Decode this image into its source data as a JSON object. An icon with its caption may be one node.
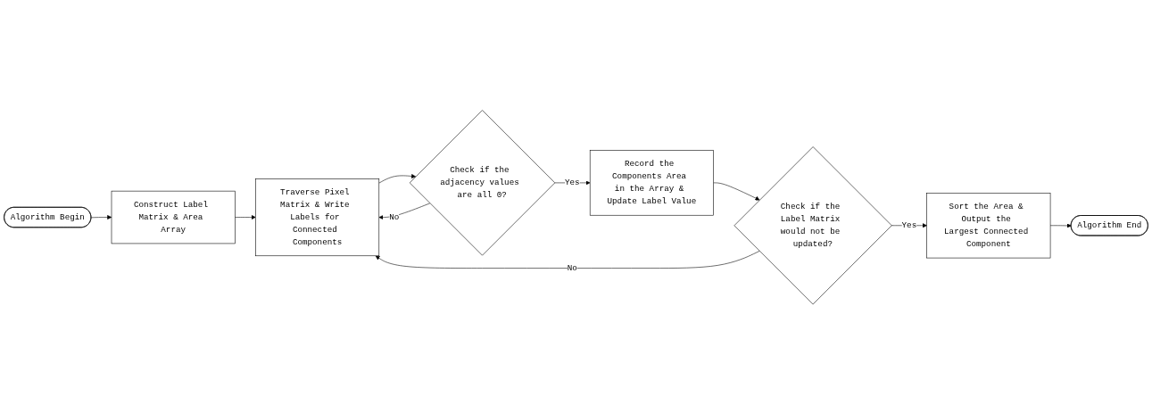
{
  "diagram": {
    "nodes": [
      {
        "text": [
          "Algorithm Begin"
        ]
      },
      {
        "text": [
          "Construct Label Matrix & Area Array"
        ]
      },
      {
        "text": [
          "Traverse Pixel Matrix & Write Labels for Connected Components"
        ]
      },
      {
        "text": [
          "Check if the adjacency values are all 0?"
        ]
      },
      {
        "text": [
          "Record the Components Area in the Array & Update Label Value"
        ]
      },
      {
        "text": [
          "Check if the Label Matrix would not be updated?"
        ]
      },
      {
        "text": [
          "Sort the Area & Output the Largest Connected Component"
        ]
      },
      {
        "text": [
          "Algorithm End"
        ]
      }
    ],
    "edges": [
      {
        "from": 0,
        "to": 1,
        "arrow": "to"
      },
      {
        "from": 1,
        "to": 2,
        "arrow": "to"
      },
      {
        "from": 2,
        "to": 3,
        "arrow": "to"
      },
      {
        "from": 3,
        "to": 2,
        "arrow": "to",
        "label": "No"
      },
      {
        "from": 3,
        "to": 4,
        "arrow": "to",
        "label": "Yes"
      },
      {
        "from": 4,
        "to": 5,
        "arrow": "to"
      },
      {
        "from": 5,
        "to": 2,
        "arrow": "to",
        "label": "No"
      },
      {
        "from": 5,
        "to": 6,
        "arrow": "to",
        "label": "Yes"
      },
      {
        "from": 6,
        "to": 7,
        "arrow": "to"
      }
    ]
  }
}
